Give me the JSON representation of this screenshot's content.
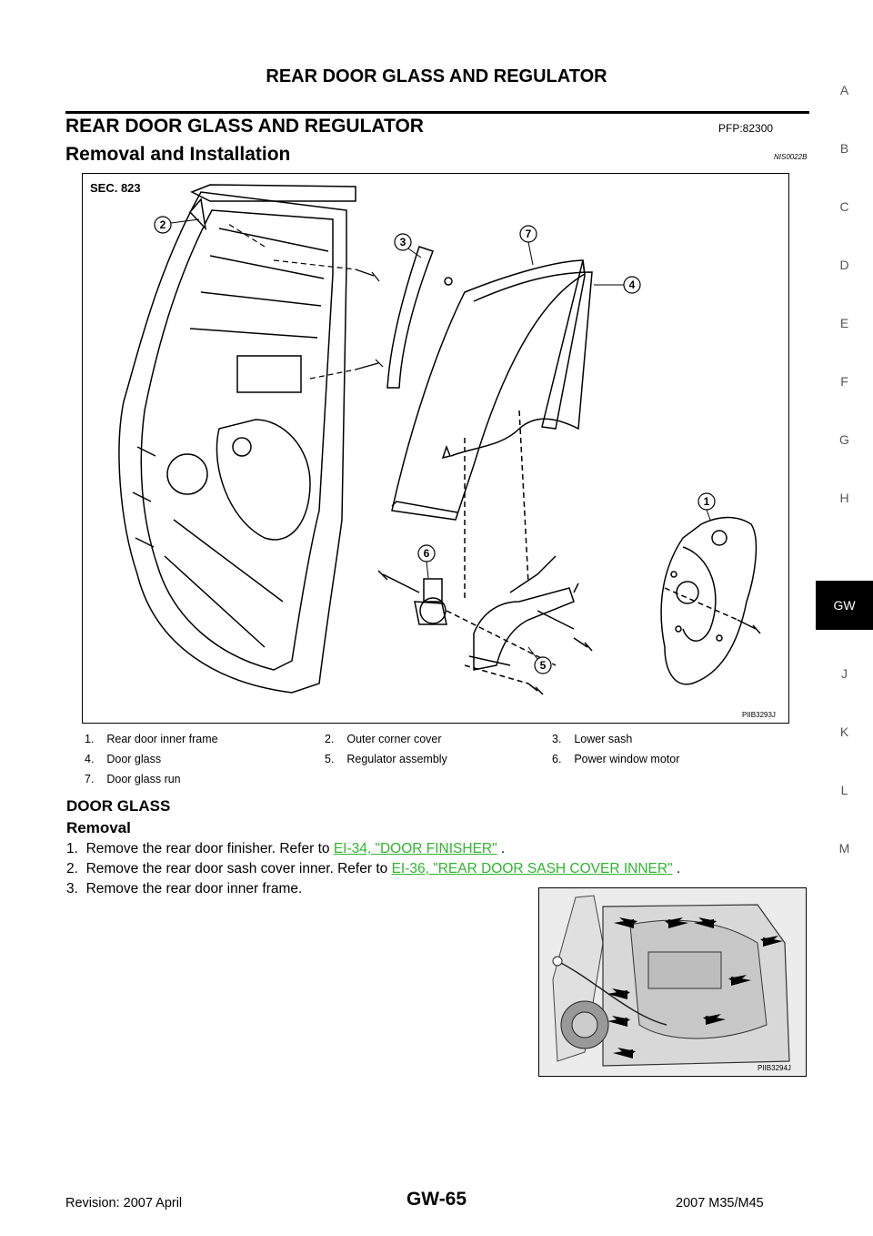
{
  "header": {
    "title": "REAR DOOR GLASS AND REGULATOR"
  },
  "section": {
    "title": "REAR DOOR GLASS AND REGULATOR",
    "pfp": "PFP:82300"
  },
  "subsection": {
    "title": "Removal and Installation",
    "code": "NIS0022B"
  },
  "figure1": {
    "sec_label": "SEC. 823",
    "image_id": "PIIB3293J",
    "callouts": [
      "1",
      "2",
      "3",
      "4",
      "5",
      "6",
      "7"
    ]
  },
  "legend": [
    [
      "1.",
      "Rear door inner frame"
    ],
    [
      "2.",
      "Outer corner cover"
    ],
    [
      "3.",
      "Lower sash"
    ],
    [
      "4.",
      "Door glass"
    ],
    [
      "5.",
      "Regulator assembly"
    ],
    [
      "6.",
      "Power window  motor"
    ],
    [
      "7.",
      "Door glass run"
    ]
  ],
  "door_glass": {
    "heading": "DOOR GLASS",
    "removal": "Removal"
  },
  "steps": [
    {
      "num": "1.",
      "text": "Remove the rear door finisher. Refer to ",
      "link": "EI-34, \"DOOR FINISHER\"",
      "after": " ."
    },
    {
      "num": "2.",
      "text": "Remove the rear door sash cover inner. Refer to ",
      "link": "EI-36, \"REAR DOOR SASH COVER INNER\"",
      "after": " ."
    },
    {
      "num": "3.",
      "text": "Remove the rear door inner frame.",
      "link": "",
      "after": ""
    }
  ],
  "figure2": {
    "image_id": "PIIB3294J"
  },
  "side_tabs": [
    "A",
    "B",
    "C",
    "D",
    "E",
    "F",
    "G",
    "H",
    "GW",
    "J",
    "K",
    "L",
    "M"
  ],
  "active_tab": "GW",
  "footer": {
    "revision": "Revision: 2007 April",
    "page": "GW-65",
    "model": "2007 M35/M45"
  },
  "colors": {
    "link": "#2fb52f",
    "tab_active_bg": "#000000"
  }
}
